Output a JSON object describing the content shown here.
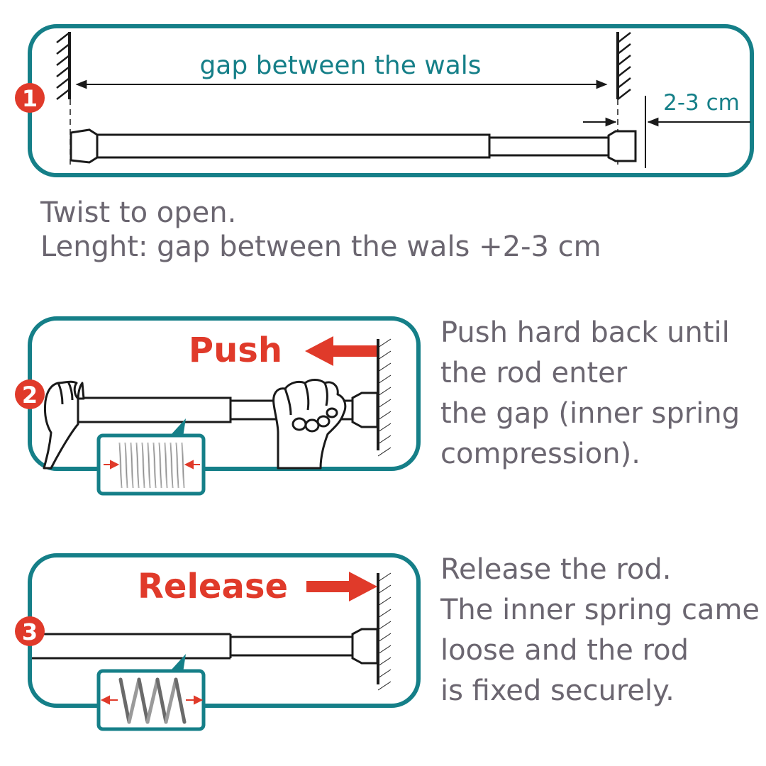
{
  "colors": {
    "teal": "#157f88",
    "red": "#e03a2a",
    "ink": "#1a1a1a",
    "text_gray": "#6b6670"
  },
  "step1": {
    "badge": "1",
    "gap_label": "gap between the wals",
    "extra_label": "2-3 cm",
    "lines": [
      "Twist to open.",
      "Lenght: gap between the wals +2-3 cm"
    ]
  },
  "step2": {
    "badge": "2",
    "action": "Push",
    "lines": [
      "Push hard back until",
      "the rod enter",
      "the gap (inner spring",
      "compression)."
    ]
  },
  "step3": {
    "badge": "3",
    "action": "Release",
    "lines": [
      "Release the rod.",
      "The inner spring came",
      "loose and the rod",
      "is fixed securely."
    ]
  },
  "icons": [
    "wall-hatch-icon",
    "dimension-arrow-icon",
    "push-arrow-icon",
    "release-arrow-icon",
    "compressed-spring-icon",
    "extended-spring-icon",
    "hand-icon"
  ]
}
